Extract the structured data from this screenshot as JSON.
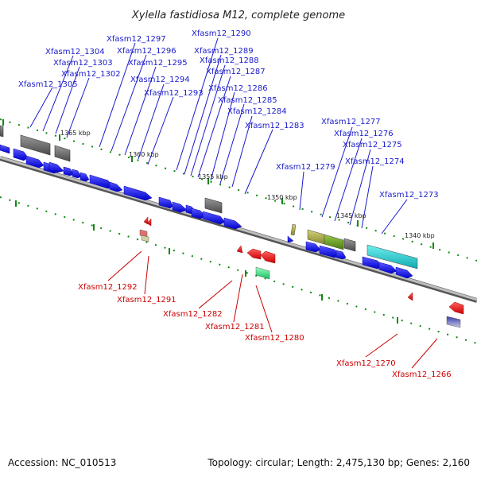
{
  "title": "Xylella fastidiosa M12, complete genome",
  "footer": {
    "accession": "Accession: NC_010513",
    "topology": "Topology: circular; Length: 2,475,130 bp; Genes: 2,160"
  },
  "ticks": [
    {
      "label": "1365 kbp"
    },
    {
      "label": "1360 kbp"
    },
    {
      "label": "1355 kbp"
    },
    {
      "label": "1350 kbp"
    },
    {
      "label": "1345 kbp"
    },
    {
      "label": "1340 kbp"
    }
  ],
  "forward_genes": [
    {
      "label": "Xfasm12_1305"
    },
    {
      "label": "Xfasm12_1304"
    },
    {
      "label": "Xfasm12_1303"
    },
    {
      "label": "Xfasm12_1302"
    },
    {
      "label": "Xfasm12_1297"
    },
    {
      "label": "Xfasm12_1296"
    },
    {
      "label": "Xfasm12_1295"
    },
    {
      "label": "Xfasm12_1294"
    },
    {
      "label": "Xfasm12_1293"
    },
    {
      "label": "Xfasm12_1290"
    },
    {
      "label": "Xfasm12_1289"
    },
    {
      "label": "Xfasm12_1288"
    },
    {
      "label": "Xfasm12_1287"
    },
    {
      "label": "Xfasm12_1286"
    },
    {
      "label": "Xfasm12_1285"
    },
    {
      "label": "Xfasm12_1284"
    },
    {
      "label": "Xfasm12_1283"
    },
    {
      "label": "Xfasm12_1279"
    },
    {
      "label": "Xfasm12_1277"
    },
    {
      "label": "Xfasm12_1276"
    },
    {
      "label": "Xfasm12_1275"
    },
    {
      "label": "Xfasm12_1274"
    },
    {
      "label": "Xfasm12_1273"
    }
  ],
  "reverse_genes": [
    {
      "label": "Xfasm12_1292"
    },
    {
      "label": "Xfasm12_1291"
    },
    {
      "label": "Xfasm12_1282"
    },
    {
      "label": "Xfasm12_1281"
    },
    {
      "label": "Xfasm12_1280"
    },
    {
      "label": "Xfasm12_1270"
    },
    {
      "label": "Xfasm12_1266"
    }
  ],
  "colors": {
    "forward": "#1a1acc",
    "reverse": "#cc0000",
    "backbone": "#999999",
    "tick": "#118811"
  }
}
